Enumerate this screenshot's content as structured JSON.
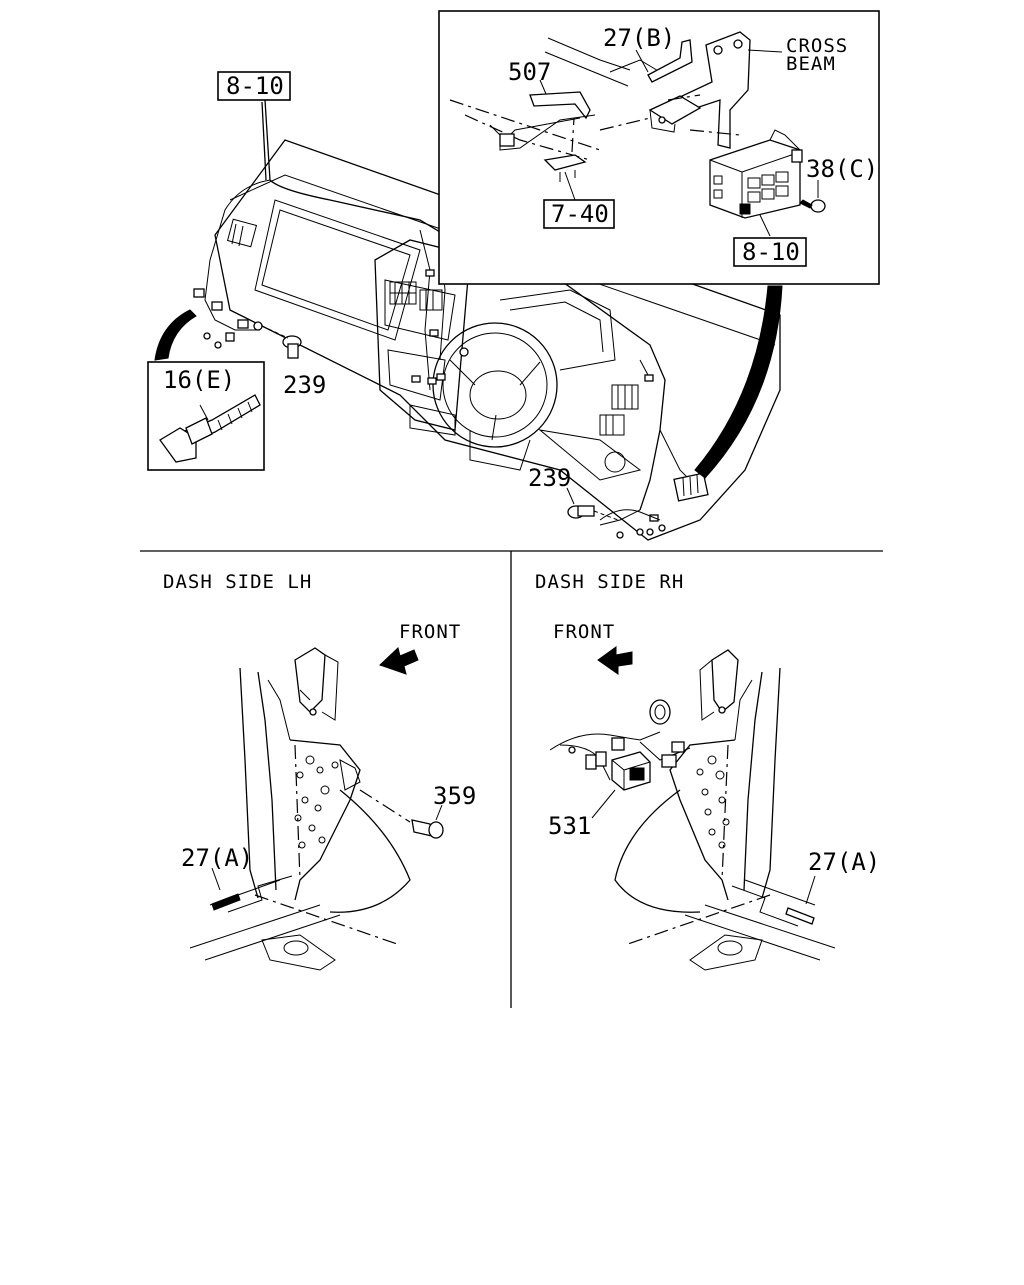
{
  "labels": {
    "harness_8_10_top": "8-10",
    "bracket_27b": "27(B)",
    "cross_beam_line1": "CROSS",
    "cross_beam_line2": "BEAM",
    "bracket_507": "507",
    "screw_38c": "38(C)",
    "ref_7_40": "7-40",
    "harness_8_10_inset": "8-10",
    "clip_16e": "16(E)",
    "bolt_239_left": "239",
    "bolt_239_right": "239"
  },
  "sections": {
    "lh": {
      "title": "DASH SIDE LH",
      "front_label": "FRONT",
      "part_359": "359",
      "part_27a": "27(A)"
    },
    "rh": {
      "title": "DASH SIDE RH",
      "front_label": "FRONT",
      "part_531": "531",
      "part_27a": "27(A)"
    }
  }
}
